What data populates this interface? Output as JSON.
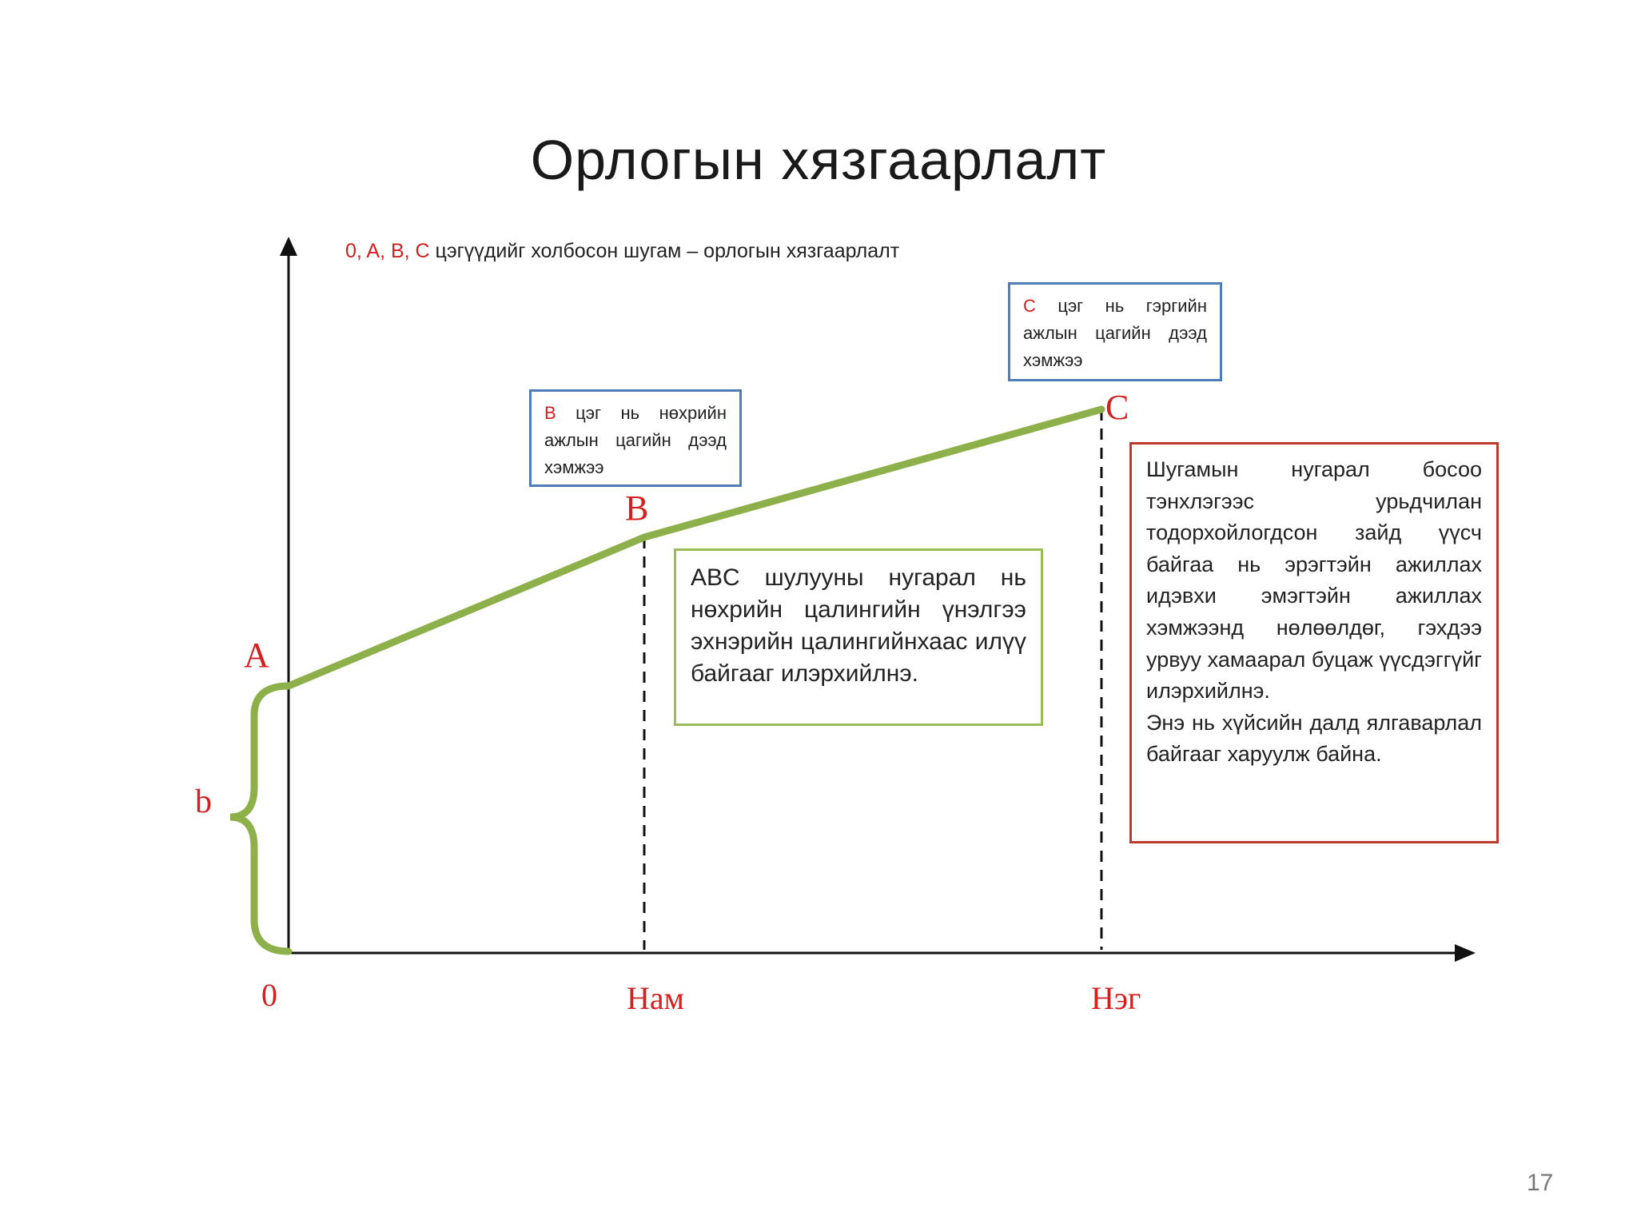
{
  "title": "Орлогын хязгаарлалт",
  "subtitle": {
    "points_red": "0, A, B, C",
    "text": " цэгүүдийг холбосон шугам – орлогын хязгаарлалт"
  },
  "labels": {
    "A": "A",
    "B": "B",
    "C": "C",
    "b": "b",
    "origin": "0",
    "x1": "Нам",
    "x2": "Нэг"
  },
  "box_b": {
    "letter": "B",
    "text": " цэг нь нөхрийн ажлын цагийн дээд хэмжээ"
  },
  "box_c": {
    "letter": "C",
    "text": " цэг нь гэргийн ажлын цагийн дээд хэмжээ"
  },
  "box_abc": {
    "text": "ABC шулууны нугарал нь нөхрийн цалингийн үнэлгээ эхнэрийн цалингийнхаас илүү байгааг илэрхийлнэ."
  },
  "box_red": {
    "paragraph1": "Шугамын нугарал босоо тэнхлэгээс урьдчилан тодорхойлогдсон зайд үүсч байгаа нь эрэгтэйн ажиллах идэвхи эмэгтэйн ажиллах хэмжээнд нөлөөлдөг, гэхдээ урвуу хамаарал буцаж үүсдэггүйг илэрхийлнэ.",
    "paragraph2": "Энэ нь хүйсийн далд ялгаварлал байгааг харуулж байна."
  },
  "page_number": "17",
  "colors": {
    "line": "#8db04a",
    "red": "#d32020",
    "blue_border": "#4f7db8",
    "green_border": "#9bbb59",
    "red_border": "#c0392b"
  }
}
